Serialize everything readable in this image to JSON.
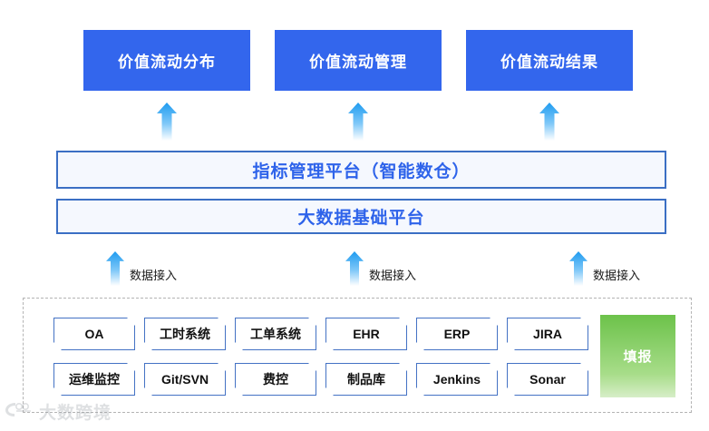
{
  "diagram": {
    "outcomes": [
      {
        "label": "价值流动分布"
      },
      {
        "label": "价值流动管理"
      },
      {
        "label": "价值流动结果"
      }
    ],
    "platforms": [
      {
        "label": "指标管理平台（智能数仓）"
      },
      {
        "label": "大数据基础平台"
      }
    ],
    "access_labels": [
      {
        "label": "数据接入"
      },
      {
        "label": "数据接入"
      },
      {
        "label": "数据接入"
      }
    ],
    "sources": {
      "row1": [
        {
          "label": "OA"
        },
        {
          "label": "工时系统"
        },
        {
          "label": "工单系统"
        },
        {
          "label": "EHR"
        },
        {
          "label": "ERP"
        },
        {
          "label": "JIRA"
        }
      ],
      "row2": [
        {
          "label": "运维监控"
        },
        {
          "label": "Git/SVN"
        },
        {
          "label": "费控"
        },
        {
          "label": "制品库"
        },
        {
          "label": "Jenkins"
        },
        {
          "label": "Sonar"
        }
      ],
      "report": {
        "label": "填报"
      }
    },
    "watermark": {
      "text": "大数跨境"
    },
    "colors": {
      "outcome_blue": "#3366ED",
      "platform_fill": "#F5F8FE",
      "platform_border": "#3B6FC4",
      "platform_text": "#2E63EA",
      "chip_border": "#4472C4",
      "chip_text": "#111111",
      "report_green_top": "#6CC24A",
      "report_green_bottom": "#D7EEC8",
      "arrow_blue": "#1E9BF0",
      "dashed_border": "#b4b4b4"
    }
  }
}
